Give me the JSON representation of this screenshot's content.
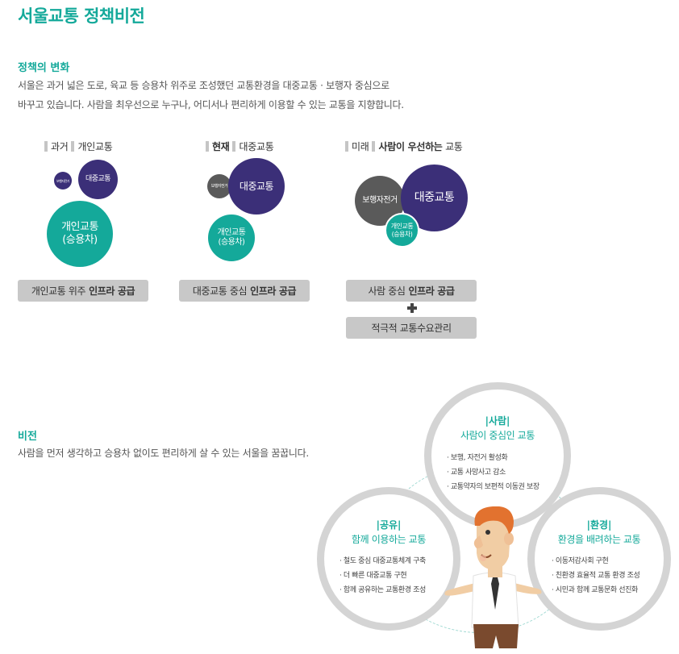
{
  "page_title": "서울교통 정책비전",
  "policy_change": {
    "title": "정책의 변화",
    "line1": "서울은 과거 넓은 도로, 육교 등 승용차 위주로 조성했던 교통환경을 대중교통 · 보행자 중심으로",
    "line2": "바꾸고 있습니다. 사람을 최우선으로 누구나, 어디서나 편리하게 이용할 수 있는 교통을 지향합니다."
  },
  "columns": [
    {
      "era": "과거",
      "focus": "개인교통",
      "bubbles": {
        "small": "보행자전거",
        "medium": "대중교통",
        "large_line1": "개인교통",
        "large_line2": "(승용차)"
      },
      "pill_prefix": "개인교통 위주",
      "pill_bold": "인프라 공급"
    },
    {
      "era": "현재",
      "focus": "대중교통",
      "bubbles": {
        "small": "보행자전거",
        "large": "대중교통",
        "medium_line1": "개인교통",
        "medium_line2": "(승용차)"
      },
      "pill_prefix": "대중교통 중심",
      "pill_bold": "인프라 공급"
    },
    {
      "era": "미래",
      "focus_bold": "사람이 우선하는",
      "focus_rest": "교통",
      "bubbles": {
        "gray": "보행자전거",
        "large": "대중교통",
        "small_line1": "개인교통",
        "small_line2": "(승용차)"
      },
      "pill_prefix": "사람 중심",
      "pill_bold": "인프라 공급",
      "extra_pill": "적극적 교통수요관리"
    }
  ],
  "vision": {
    "title": "비전",
    "text": "사람을 먼저 생각하고 승용차 없이도 편리하게 살 수 있는 서울을 꿈꿉니다."
  },
  "rings": {
    "person": {
      "title": "|사람|",
      "subtitle": "사람이 중심인 교통",
      "items": [
        "보행, 자전거 활성화",
        "교통 사망사고 감소",
        "교통약자의 보편적 이동권 보장"
      ]
    },
    "share": {
      "title": "|공유|",
      "subtitle": "함께 이용하는 교통",
      "items": [
        "철도 중심 대중교통체계 구축",
        "더 빠른 대중교통 구현",
        "함께 공유하는 교통환경 조성"
      ]
    },
    "environment": {
      "title": "|환경|",
      "subtitle": "환경을 배려하는 교통",
      "items": [
        "이동저감사회 구현",
        "친환경 효율적 교통 환경 조성",
        "시민과 함께 교통문화 선진화"
      ]
    }
  },
  "colors": {
    "teal": "#14a99a",
    "navy": "#3b2f78",
    "gray": "#5a5a5a",
    "pill": "#c8c8c8",
    "ring": "#d4d4d4"
  }
}
